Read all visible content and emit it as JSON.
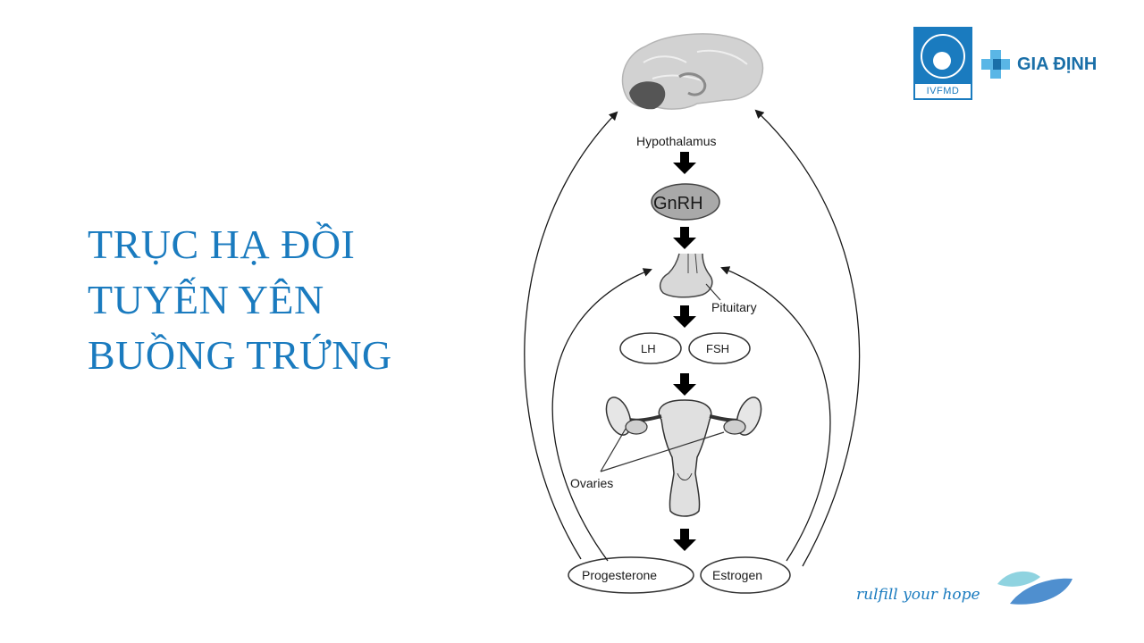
{
  "title": {
    "line1": "TRỤC HẠ ĐỒI",
    "line2": "TUYẾN YÊN",
    "line3": "BUỒNG TRỨNG"
  },
  "diagram": {
    "hypothalamus": "Hypothalamus",
    "gnrh": "GnRH",
    "pituitary": "Pituitary",
    "lh": "LH",
    "fsh": "FSH",
    "ovaries": "Ovaries",
    "progesterone": "Progesterone",
    "estrogen": "Estrogen"
  },
  "logos": {
    "ivfmd": "IVFMD",
    "gia_dinh": "GIA ĐỊNH"
  },
  "tagline": "rulfill your hope",
  "colors": {
    "brand_blue": "#1a7bbf",
    "leaf_light": "#8fd3e0",
    "leaf_dark": "#4f8fcf"
  },
  "icons": {
    "brain": "brain-icon",
    "pituitary": "pituitary-gland-icon",
    "uterus": "uterus-ovaries-icon",
    "leaf": "leaf-logo-icon"
  }
}
